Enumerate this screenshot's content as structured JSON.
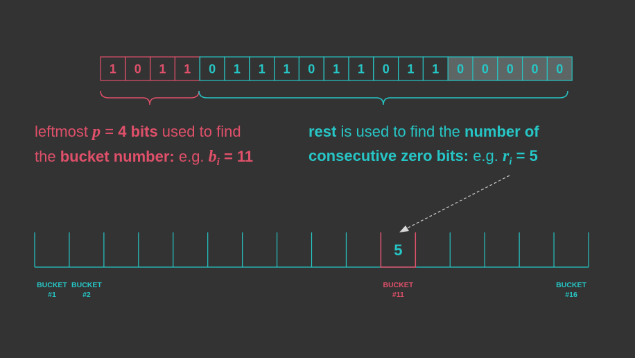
{
  "bits": {
    "values": [
      "1",
      "0",
      "1",
      "1",
      "0",
      "1",
      "1",
      "1",
      "0",
      "1",
      "1",
      "0",
      "1",
      "1",
      "0",
      "0",
      "0",
      "0",
      "0"
    ],
    "bucket_count": 4,
    "trailing_zero_count": 5
  },
  "left_text": {
    "line1_prefix": "leftmost ",
    "p_var": "p",
    "eq1": " = ",
    "p_bold": "4 bits",
    "line1_suffix": " used to find",
    "line2_prefix": "the ",
    "bucket_bold": "bucket number:",
    "eg": " e.g. ",
    "b_var": "b",
    "b_sub": "i",
    "b_eq": " = 11"
  },
  "right_text": {
    "rest_bold": "rest",
    "line1_mid": " is used to find the ",
    "number_bold": "number of",
    "consec_bold": "consecutive zero bits:",
    "eg": " e.g. ",
    "r_var": "r",
    "r_sub": "i",
    "r_eq": " = 5"
  },
  "buckets": {
    "count": 16,
    "highlight_index": 11,
    "highlight_value": "5",
    "labels": [
      {
        "index": 1,
        "line1": "BUCKET",
        "line2": "#1",
        "highlight": false
      },
      {
        "index": 2,
        "line1": "BUCKET",
        "line2": "#2",
        "highlight": false
      },
      {
        "index": 11,
        "line1": "BUCKET",
        "line2": "#11",
        "highlight": true
      },
      {
        "index": 16,
        "line1": "BUCKET",
        "line2": "#16",
        "highlight": false
      }
    ]
  },
  "colors": {
    "background": "#333333",
    "pink": "#e0506a",
    "teal": "#27c6c6",
    "zero_cell_fill": "#5e6565",
    "arrow": "#d9d9d9"
  }
}
